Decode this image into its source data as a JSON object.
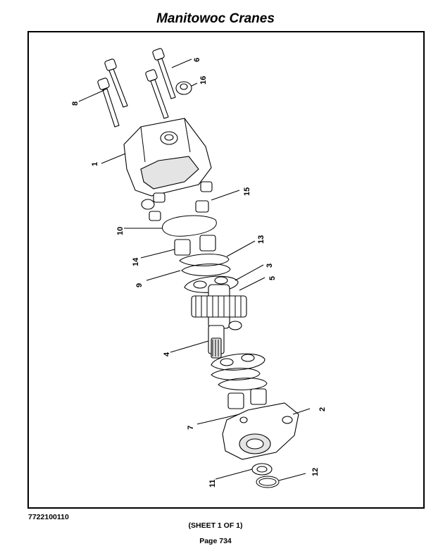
{
  "header": {
    "title": "Manitowoc Cranes"
  },
  "footer": {
    "document_number": "7722100110",
    "sheet": "(SHEET 1 OF 1)",
    "page": "Page 734"
  },
  "callouts": [
    "1",
    "2",
    "3",
    "4",
    "5",
    "6",
    "7",
    "8",
    "9",
    "10",
    "11",
    "12",
    "13",
    "14",
    "15",
    "16"
  ]
}
